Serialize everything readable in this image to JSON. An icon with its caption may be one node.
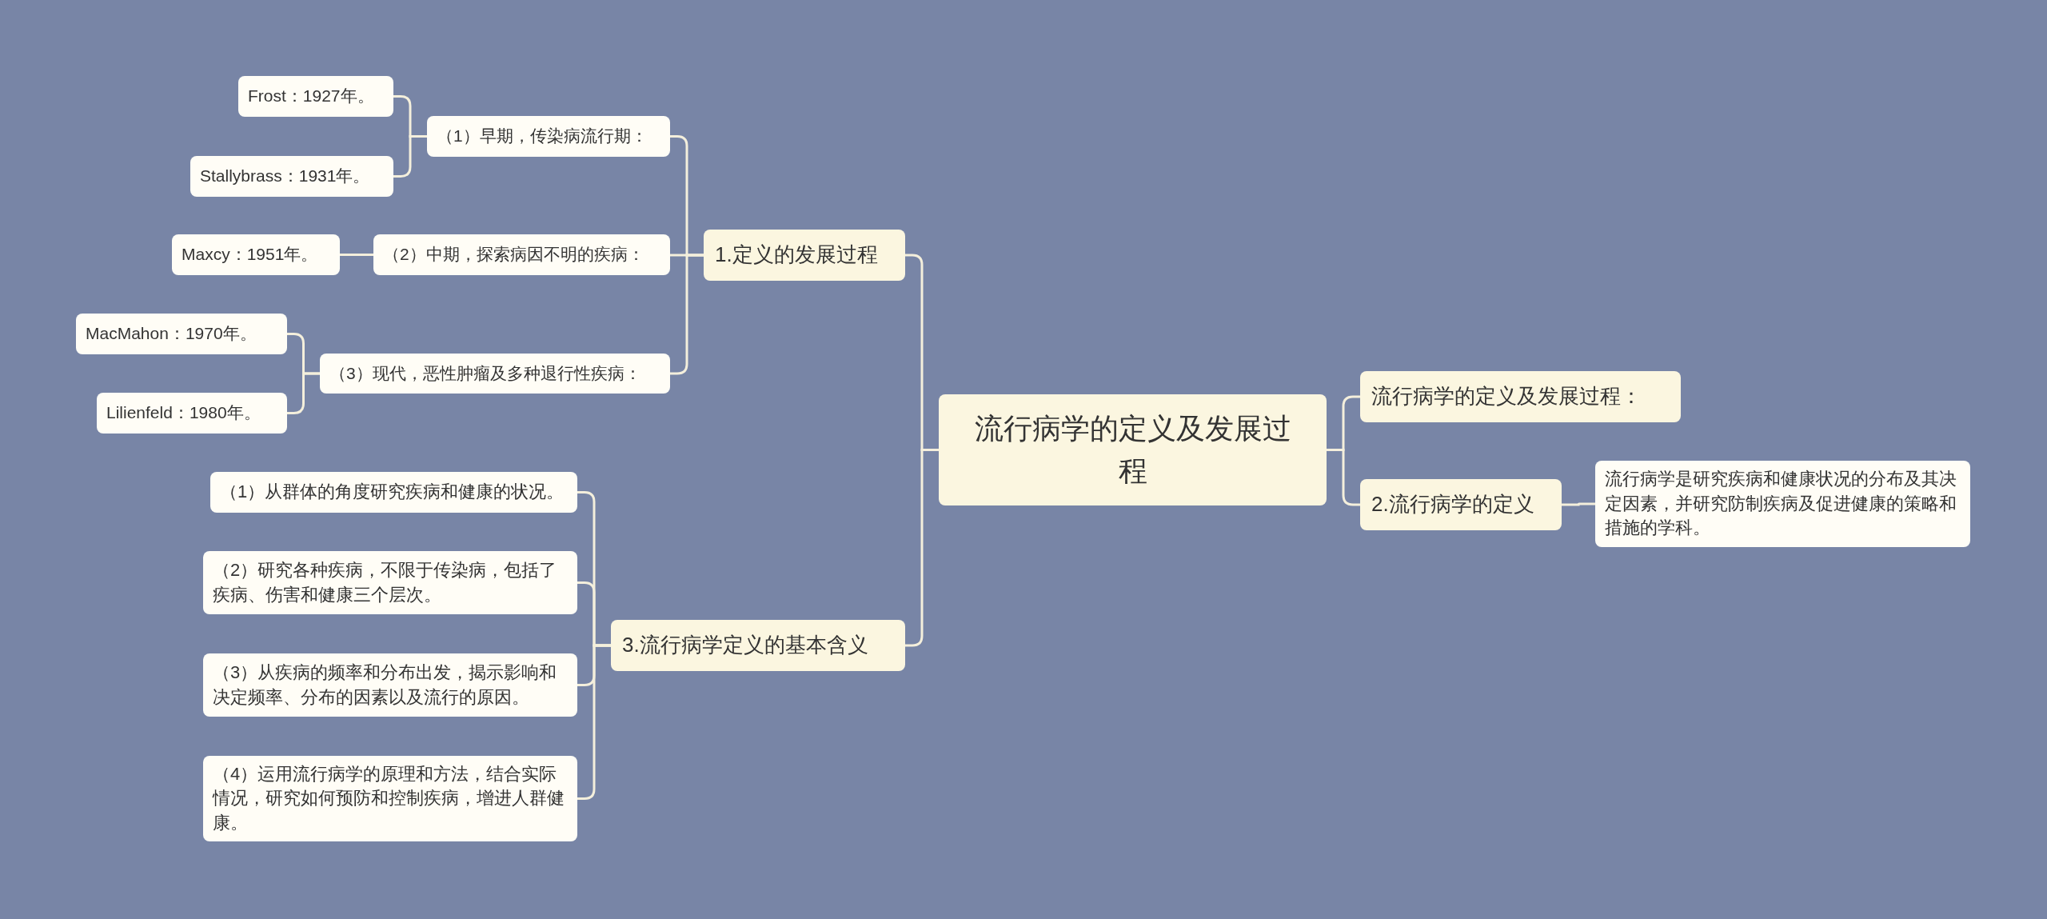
{
  "diagram": {
    "nodes": [
      {
        "text": [
          "流行病学的定义及发展过程"
        ]
      },
      {
        "text": [
          "1.定义的发展过程"
        ]
      },
      {
        "text": [
          "（1）早期，传染病流行期："
        ]
      },
      {
        "text": [
          "Frost：1927年。"
        ]
      },
      {
        "text": [
          "Stallybrass：1931年。"
        ]
      },
      {
        "text": [
          "（2）中期，探索病因不明的疾病："
        ]
      },
      {
        "text": [
          "Maxcy：1951年。"
        ]
      },
      {
        "text": [
          "（3）现代，恶性肿瘤及多种退行性疾病："
        ]
      },
      {
        "text": [
          "MacMahon：1970年。"
        ]
      },
      {
        "text": [
          "Lilienfeld：1980年。"
        ]
      },
      {
        "text": [
          "3.流行病学定义的基本含义"
        ]
      },
      {
        "text": [
          "（1）从群体的角度研究疾病和健康的状况。"
        ]
      },
      {
        "text": [
          "（2）研究各种疾病，不限于传染病，包括了疾病、伤害和健康三个层次。"
        ]
      },
      {
        "text": [
          "（3）从疾病的频率和分布出发，揭示影响和决定频率、分布的因素以及流行的原因。"
        ]
      },
      {
        "text": [
          "（4）运用流行病学的原理和方法，结合实际情况，研究如何预防和控制疾病，增进人群健康。"
        ]
      },
      {
        "text": [
          "流行病学的定义及发展过程："
        ]
      },
      {
        "text": [
          "2.流行病学的定义"
        ]
      },
      {
        "text": [
          "流行病学是研究疾病和健康状况的分布及其决定因素，并研究防制疾病及促进健康的策略和措施的学科。"
        ]
      }
    ],
    "edges": [
      {
        "from": 0,
        "to": 1,
        "arrow": "none"
      },
      {
        "from": 1,
        "to": 2,
        "arrow": "none"
      },
      {
        "from": 2,
        "to": 3,
        "arrow": "none"
      },
      {
        "from": 2,
        "to": 4,
        "arrow": "none"
      },
      {
        "from": 1,
        "to": 5,
        "arrow": "none"
      },
      {
        "from": 5,
        "to": 6,
        "arrow": "none"
      },
      {
        "from": 1,
        "to": 7,
        "arrow": "none"
      },
      {
        "from": 7,
        "to": 8,
        "arrow": "none"
      },
      {
        "from": 7,
        "to": 9,
        "arrow": "none"
      },
      {
        "from": 0,
        "to": 10,
        "arrow": "none"
      },
      {
        "from": 10,
        "to": 11,
        "arrow": "none"
      },
      {
        "from": 10,
        "to": 12,
        "arrow": "none"
      },
      {
        "from": 10,
        "to": 13,
        "arrow": "none"
      },
      {
        "from": 10,
        "to": 14,
        "arrow": "none"
      },
      {
        "from": 0,
        "to": 15,
        "arrow": "none"
      },
      {
        "from": 0,
        "to": 16,
        "arrow": "none"
      },
      {
        "from": 16,
        "to": 17,
        "arrow": "none"
      }
    ]
  }
}
